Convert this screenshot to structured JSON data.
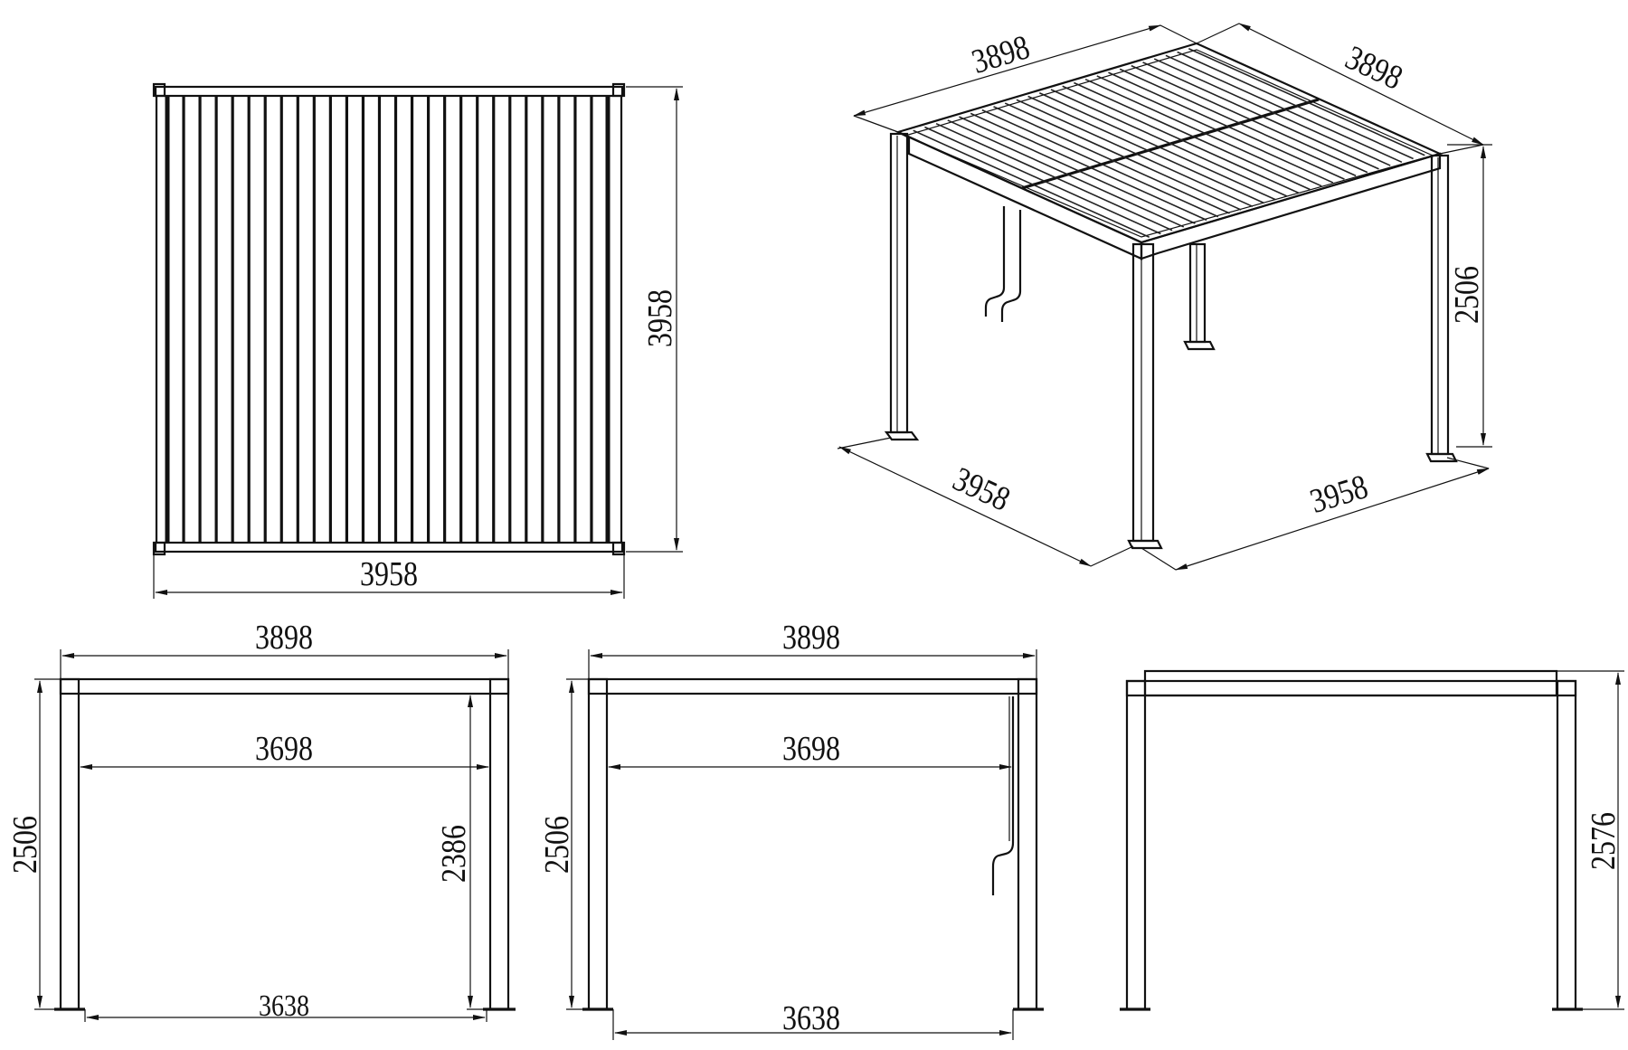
{
  "drawing": {
    "subject": "Louvered pergola dimension drawing",
    "units": "mm",
    "views": {
      "top_view": {
        "width_label": "3958",
        "depth_label": "3958",
        "louver_count": 28
      },
      "isometric_view": {
        "top_left_edge": "3898",
        "top_right_edge": "3898",
        "height": "2506",
        "base_left": "3958",
        "base_right": "3958"
      },
      "front_elevation": {
        "overall_width": "3898",
        "inner_beam_width": "3698",
        "clear_height": "2386",
        "overall_height": "2506",
        "base_clear_width": "3638"
      },
      "side_elevation": {
        "overall_width": "3898",
        "inner_beam_width": "3698",
        "overall_height": "2506",
        "base_clear_width": "3638"
      },
      "rear_elevation": {
        "overall_height": "2576"
      }
    }
  }
}
